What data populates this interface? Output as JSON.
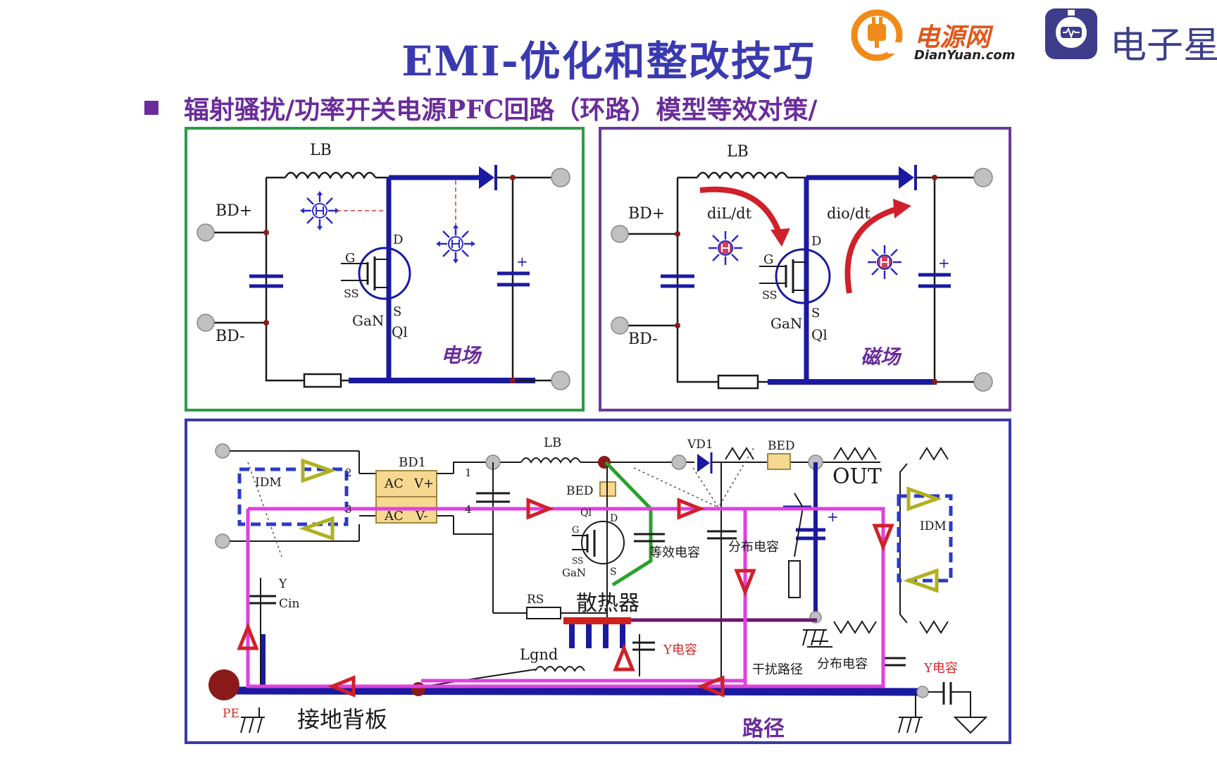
{
  "slide": {
    "title": "EMI-优化和整改技巧",
    "subtitle": "辐射骚扰/功率开关电源PFC回路（环路）模型等效对策/"
  },
  "logos": {
    "dianyuan_cn": "电源网",
    "dianyuan_en": "DianYuan.com",
    "elecfans_cn": "电子星球"
  },
  "colors": {
    "title": "#3a3ab0",
    "subtitle": "#6a2c9a",
    "panel_green": "#2e9a4a",
    "panel_purple": "#6a3a9a",
    "panel_blue": "#3a3aa8",
    "wire": "#1a1a1a",
    "hot_trace": "#1a1aa0",
    "loop": "#e040e0",
    "arrow_red": "#d0202a",
    "field_icon": "#2a2acc",
    "label_red": "#d42a2a",
    "idm": "#2a3acc"
  },
  "left_panel": {
    "inductor": "LB",
    "bd_plus": "BD+",
    "bd_minus": "BD-",
    "drain": "D",
    "gate": "G",
    "ss": "SS",
    "source": "S",
    "gan": "GaN",
    "q1": "Ql",
    "cap_plus": "+",
    "field_label": "电场"
  },
  "right_panel": {
    "inductor": "LB",
    "bd_plus": "BD+",
    "bd_minus": "BD-",
    "dil_dt": "diL/dt",
    "dio_dt": "dio/dt",
    "drain": "D",
    "gate": "G",
    "ss": "SS",
    "source": "S",
    "gan": "GaN",
    "q1": "Ql",
    "cap_plus": "+",
    "field_label": "磁场"
  },
  "bottom_panel": {
    "bd1": "BD1",
    "ac_top": "AC",
    "v_plus": "V+",
    "ac_bottom": "AC",
    "v_minus": "V-",
    "pin1": "1",
    "pin2": "2",
    "pin3": "3",
    "pin4": "4",
    "idm_left": "IDM",
    "idm_right": "IDM",
    "lb": "LB",
    "vd1": "VD1",
    "bed_top": "BED",
    "bed_mid": "BED",
    "out": "OUT",
    "q1": "Ql",
    "drain": "D",
    "gate": "G",
    "ss": "SS",
    "source": "S",
    "gan": "GaN",
    "equiv_cap": "等效电容",
    "dist_cap_top": "分布电容",
    "y_label": "Y",
    "cin": "Cin",
    "rs": "RS",
    "heatsink": "散热器",
    "lgnd": "Lgnd",
    "y_cap_mid": "Y电容",
    "interference_path": "干扰路径",
    "dist_cap_bottom": "分布电容",
    "y_cap_right": "Y电容",
    "pe": "PE",
    "ground_plane": "接地背板",
    "path": "路径",
    "cap_plus": "+"
  }
}
